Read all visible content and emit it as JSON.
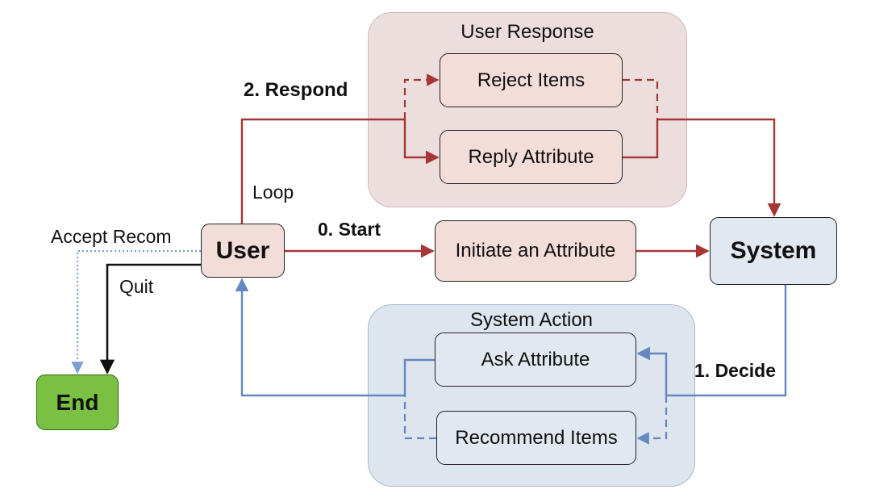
{
  "groups": {
    "user_response": "User Response",
    "system_action": "System Action"
  },
  "nodes": {
    "reject_items": "Reject Items",
    "reply_attribute": "Reply Attribute",
    "user": "User",
    "initiate_attribute": "Initiate an Attribute",
    "system": "System",
    "ask_attribute": "Ask Attribute",
    "recommend_items": "Recommend Items",
    "end": "End"
  },
  "edge_labels": {
    "respond": "2. Respond",
    "loop": "Loop",
    "start": "0. Start",
    "accept_recom": "Accept Recom",
    "quit": "Quit",
    "decide": "1. Decide"
  },
  "colors": {
    "user_flow": "#a63535",
    "system_flow": "#6488bf",
    "accept_flow": "#7e9fd2",
    "quit_flow": "#111111",
    "end_fill": "#7ac143"
  }
}
